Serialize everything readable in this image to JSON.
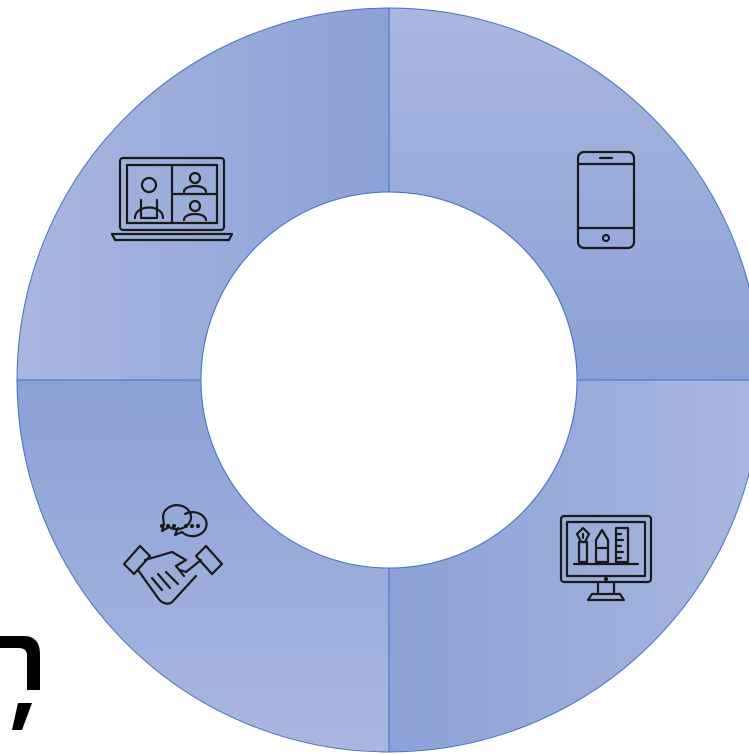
{
  "diagram": {
    "type": "cycle-ring",
    "segment_count": 4,
    "segments": [
      {
        "position": "top-right",
        "icon": "smartphone-icon"
      },
      {
        "position": "bottom-right",
        "icon": "design-monitor-icon"
      },
      {
        "position": "bottom-left",
        "icon": "handshake-chat-icon"
      },
      {
        "position": "top-left",
        "icon": "video-call-laptop-icon"
      }
    ]
  },
  "colors": {
    "segment_light": "#a7b5de",
    "segment_dark": "#8ba0d6",
    "segment_border": "#4472c4",
    "icon_stroke": "#1a1a1a",
    "center": "#ffffff"
  }
}
